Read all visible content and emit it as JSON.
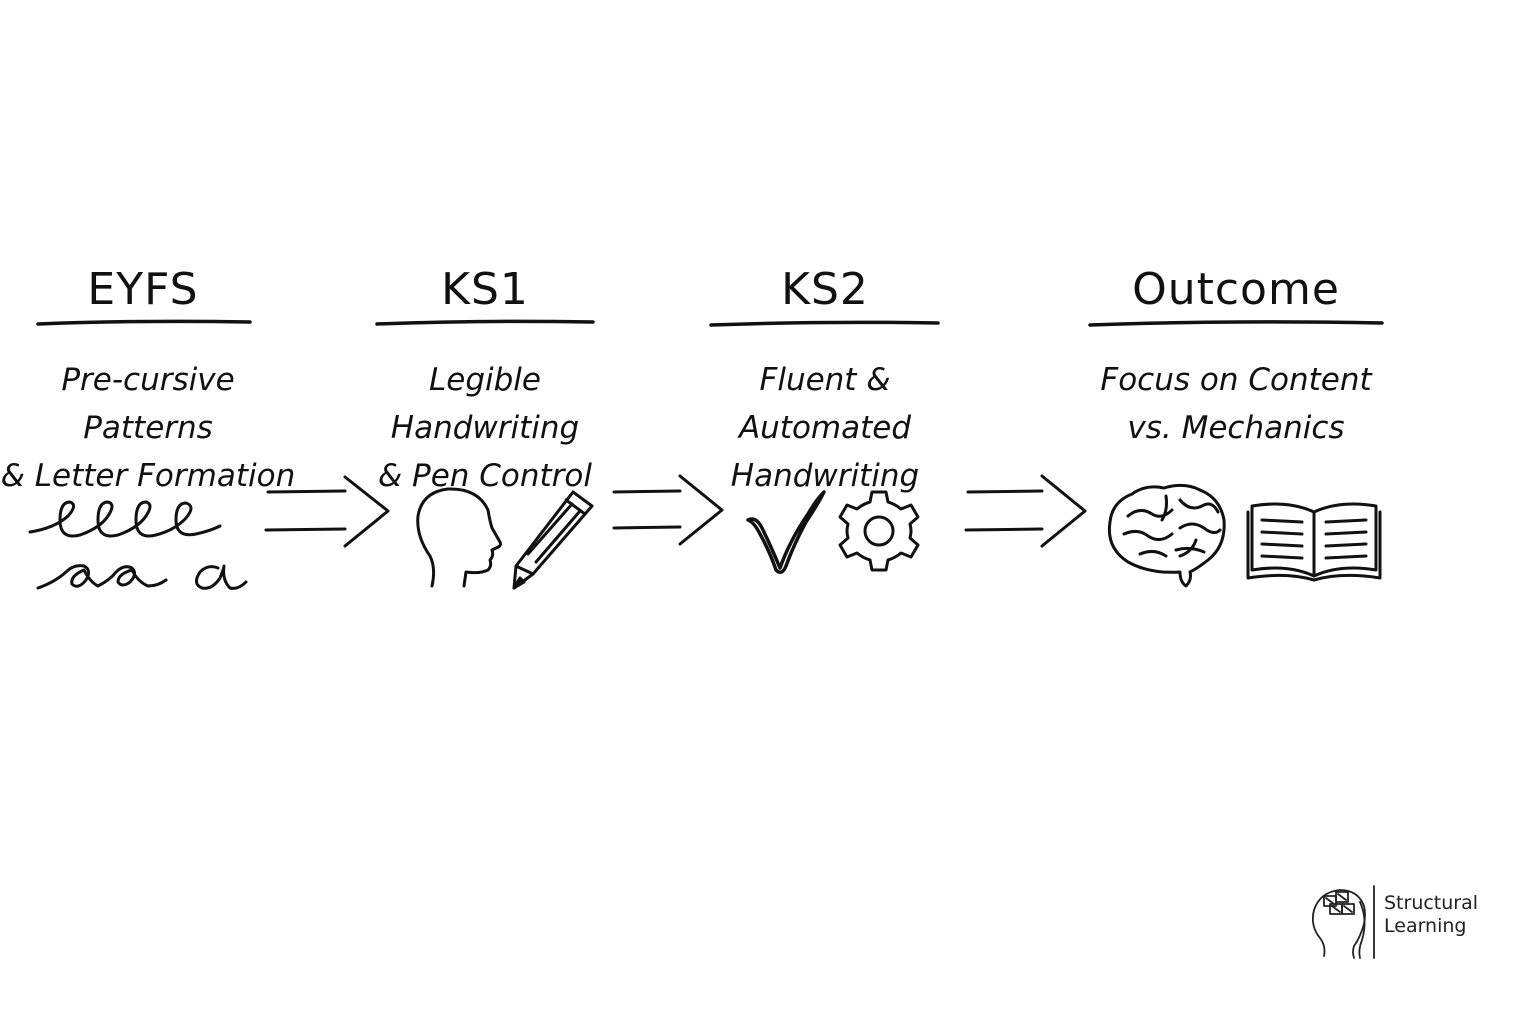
{
  "stages": [
    {
      "title": "EYFS",
      "desc_line1": "Pre-cursive Patterns",
      "desc_line2": "& Letter Formation",
      "icon": "cursive-patterns-icon"
    },
    {
      "title": "KS1",
      "desc_line1": "Legible Handwriting",
      "desc_line2": "& Pen Control",
      "icons": [
        "head-profile-icon",
        "pencil-icon"
      ]
    },
    {
      "title": "KS2",
      "desc_line1": "Fluent & Automated",
      "desc_line2": "Handwriting",
      "icons": [
        "checkmark-icon",
        "gear-icon"
      ]
    },
    {
      "title": "Outcome",
      "desc_line1": "Focus on Content",
      "desc_line2": "vs. Mechanics",
      "icons": [
        "brain-icon",
        "open-book-icon"
      ]
    }
  ],
  "brand": {
    "line1": "Structural",
    "line2": "Learning",
    "icon": "structural-learning-logo-icon"
  },
  "colors": {
    "ink": "#111111",
    "background": "#ffffff"
  }
}
